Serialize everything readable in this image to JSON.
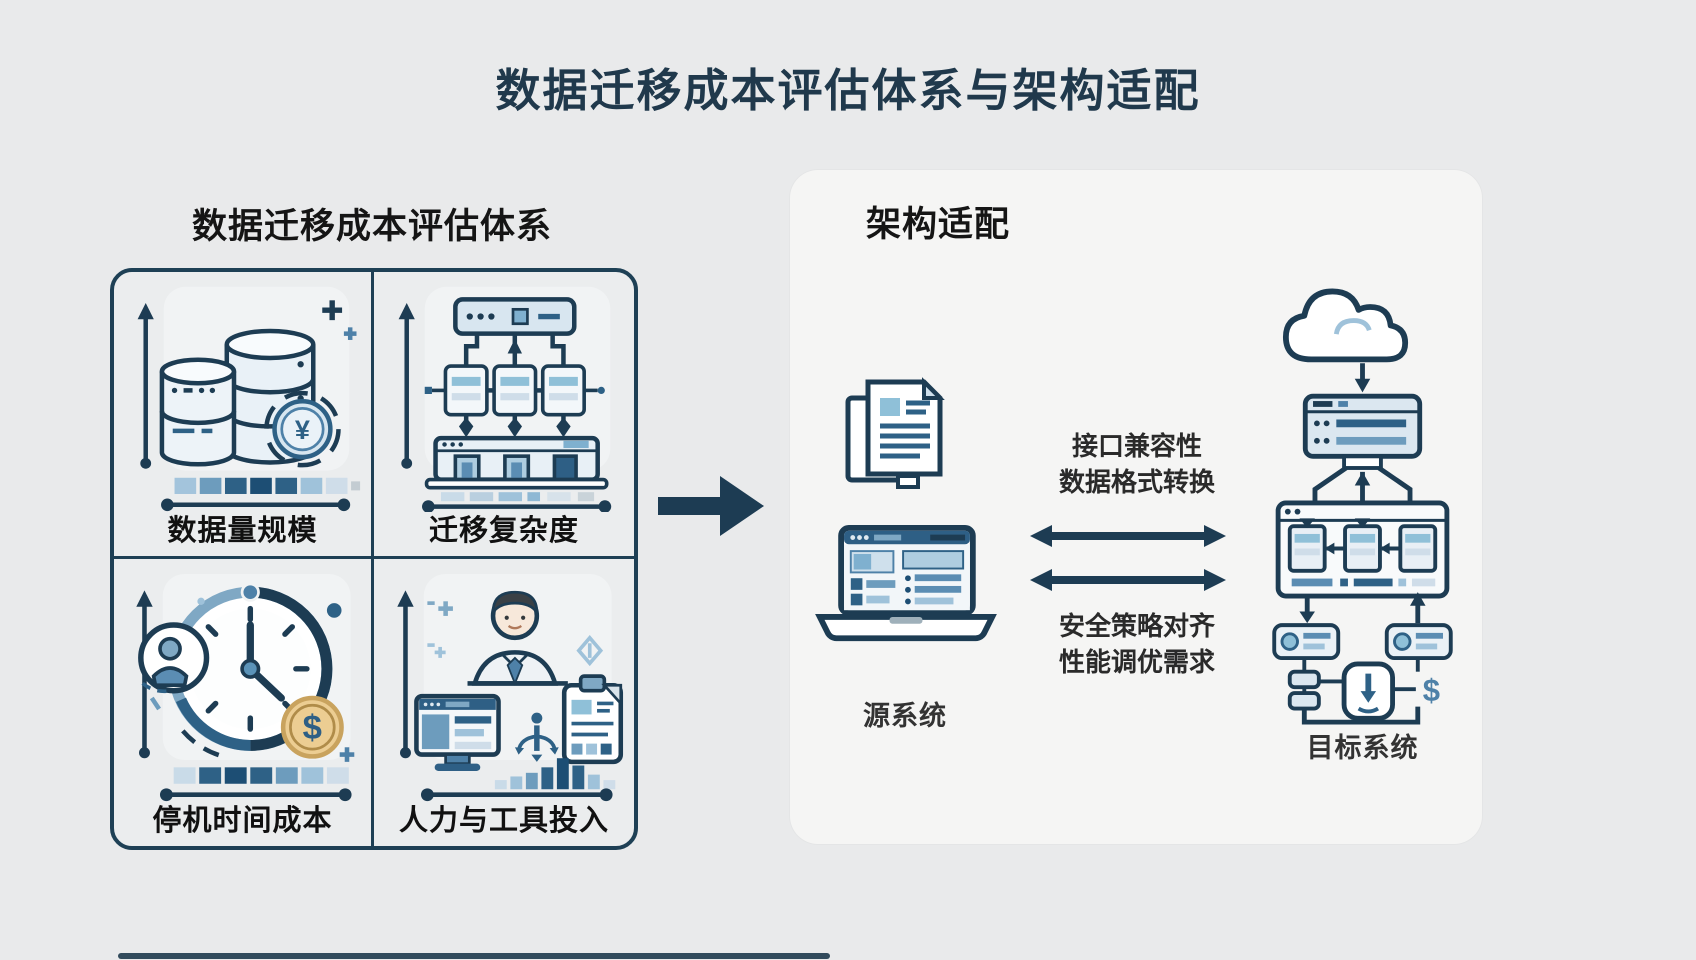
{
  "title": "数据迁移成本评估体系与架构适配",
  "left_panel": {
    "title": "数据迁移成本评估体系",
    "quadrants": [
      {
        "label": "数据量规模",
        "icon": "database-cost-icon"
      },
      {
        "label": "迁移复杂度",
        "icon": "migration-structure-icon"
      },
      {
        "label": "停机时间成本",
        "icon": "downtime-clock-icon"
      },
      {
        "label": "人力与工具投入",
        "icon": "person-tools-icon"
      }
    ]
  },
  "flow_arrow": {
    "icon": "right-arrow-icon"
  },
  "right_panel": {
    "title": "架构适配",
    "source": {
      "label": "源系统",
      "icons": [
        "documents-icon",
        "laptop-icon"
      ]
    },
    "exchange": {
      "top_notes": [
        "接口兼容性",
        "数据格式转换"
      ],
      "bottom_notes": [
        "安全策略对齐",
        "性能调优需求"
      ],
      "arrow_icon": "double-arrow-icon"
    },
    "target": {
      "label": "目标系统",
      "icons": [
        "cloud-icon",
        "server-icon",
        "modules-icon",
        "shield-download-icon"
      ]
    }
  },
  "colors": {
    "background": "#e9eaeb",
    "card": "#f5f5f4",
    "navy": "#1d3c53",
    "blue": "#4e81a8",
    "steel_blue": "#6d9cbd",
    "light_blue": "#9fc2da",
    "pale_blue": "#cfe0ec",
    "gold": "#eccd92",
    "title_text": "#20394c",
    "black_text": "#151515"
  }
}
